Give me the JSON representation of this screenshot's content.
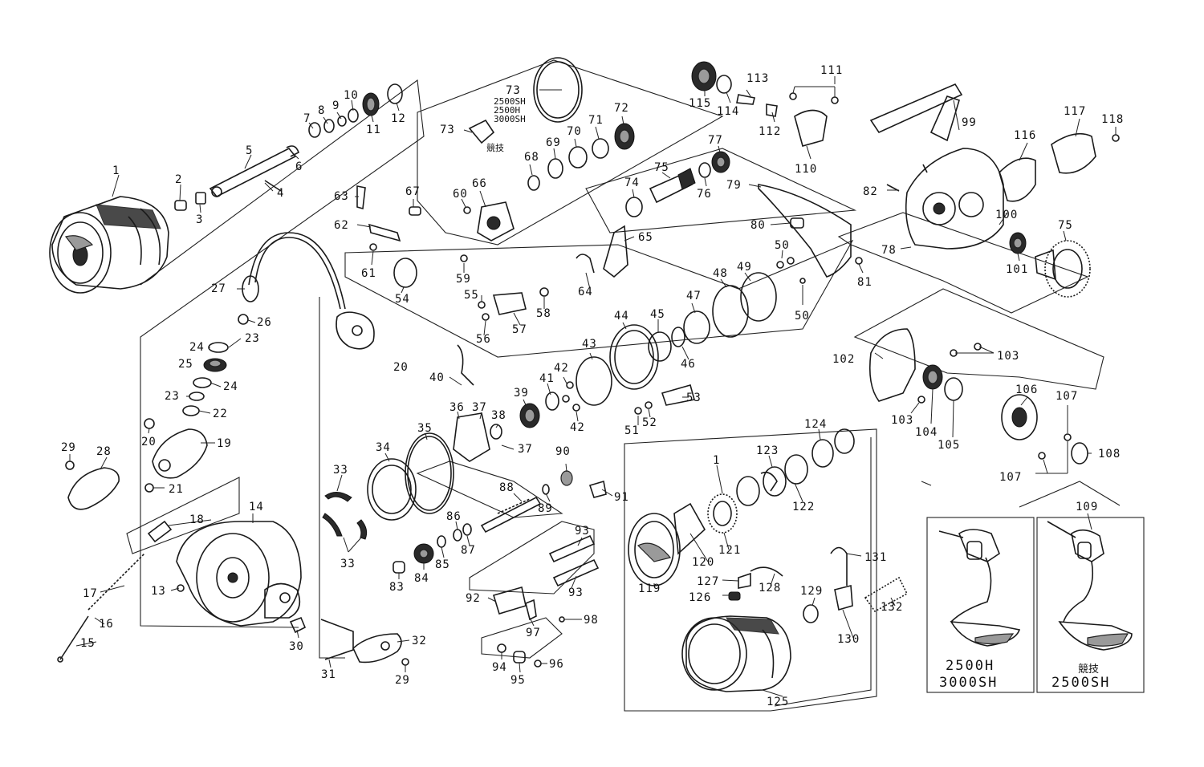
{
  "labels": {
    "p1": "1",
    "p2": "2",
    "p3": "3",
    "p4": "4",
    "p5": "5",
    "p6": "6",
    "p7": "7",
    "p8": "8",
    "p9": "9",
    "p10": "10",
    "p11": "11",
    "p12": "12",
    "p13": "13",
    "p14": "14",
    "p15": "15",
    "p16": "16",
    "p17": "17",
    "p18": "18",
    "p19": "19",
    "p20a": "20",
    "p20b": "20",
    "p21": "21",
    "p22": "22",
    "p23a": "23",
    "p23b": "23",
    "p24a": "24",
    "p24b": "24",
    "p25": "25",
    "p26": "26",
    "p27": "27",
    "p28": "28",
    "p29a": "29",
    "p29b": "29",
    "p30": "30",
    "p31": "31",
    "p32": "32",
    "p33a": "33",
    "p33b": "33",
    "p34": "34",
    "p35": "35",
    "p36": "36",
    "p37a": "37",
    "p37b": "37",
    "p38": "38",
    "p39": "39",
    "p40": "40",
    "p41": "41",
    "p42a": "42",
    "p42b": "42",
    "p43": "43",
    "p44": "44",
    "p45": "45",
    "p46": "46",
    "p47": "47",
    "p48": "48",
    "p49": "49",
    "p50a": "50",
    "p50b": "50",
    "p51": "51",
    "p52": "52",
    "p53": "53",
    "p54": "54",
    "p55": "55",
    "p56": "56",
    "p57": "57",
    "p58": "58",
    "p59": "59",
    "p60": "60",
    "p61": "61",
    "p62": "62",
    "p63": "63",
    "p64": "64",
    "p65": "65",
    "p66": "66",
    "p67": "67",
    "p68": "68",
    "p69": "69",
    "p70": "70",
    "p71": "71",
    "p72": "72",
    "p73a": "73",
    "p73b": "73",
    "p74": "74",
    "p75a": "75",
    "p75b": "75",
    "p76": "76",
    "p77": "77",
    "p78": "78",
    "p79": "79",
    "p80": "80",
    "p81": "81",
    "p82": "82",
    "p83": "83",
    "p84": "84",
    "p85": "85",
    "p86": "86",
    "p87": "87",
    "p88": "88",
    "p89": "89",
    "p90": "90",
    "p91": "91",
    "p92": "92",
    "p93a": "93",
    "p93b": "93",
    "p94": "94",
    "p95": "95",
    "p96": "96",
    "p97": "97",
    "p98": "98",
    "p99": "99",
    "p100": "100",
    "p101": "101",
    "p102": "102",
    "p103a": "103",
    "p103b": "103",
    "p104": "104",
    "p105": "105",
    "p106": "106",
    "p107a": "107",
    "p107b": "107",
    "p108": "108",
    "p109": "109",
    "p110": "110",
    "p111": "111",
    "p112": "112",
    "p113": "113",
    "p114": "114",
    "p115": "115",
    "p116": "116",
    "p117": "117",
    "p118": "118",
    "p119": "119",
    "p120": "120",
    "p121": "121",
    "p122": "122",
    "p123": "123",
    "p124": "124",
    "p125": "125",
    "p126": "126",
    "p127": "127",
    "p128": "128",
    "p129": "129",
    "p130": "130",
    "p131": "131",
    "p132": "132",
    "p1b": "1"
  },
  "variants": {
    "v73a": "2500SH",
    "v73b": "2500H",
    "v73c": "3000SH",
    "v73d": "競技",
    "left_line1": "2500H",
    "left_line2": "3000SH",
    "right_line1": "競技",
    "right_line2": "2500SH"
  }
}
